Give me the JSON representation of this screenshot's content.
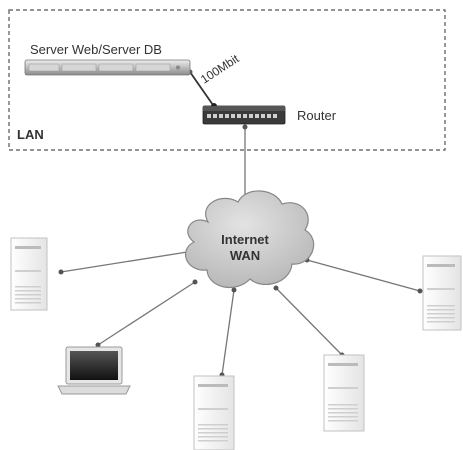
{
  "lan": {
    "label": "LAN",
    "server_label": "Server Web/Server DB",
    "link_label": "100Mbit",
    "router_label": "Router"
  },
  "internet": {
    "line1": "Internet",
    "line2": "WAN"
  },
  "colors": {
    "line": "#777777",
    "dash": "#555555",
    "cloud_fill": "#c8c8c8",
    "cloud_stroke": "#888888",
    "device_fill": "#f1f1f1",
    "device_stroke": "#b8b8b8"
  }
}
